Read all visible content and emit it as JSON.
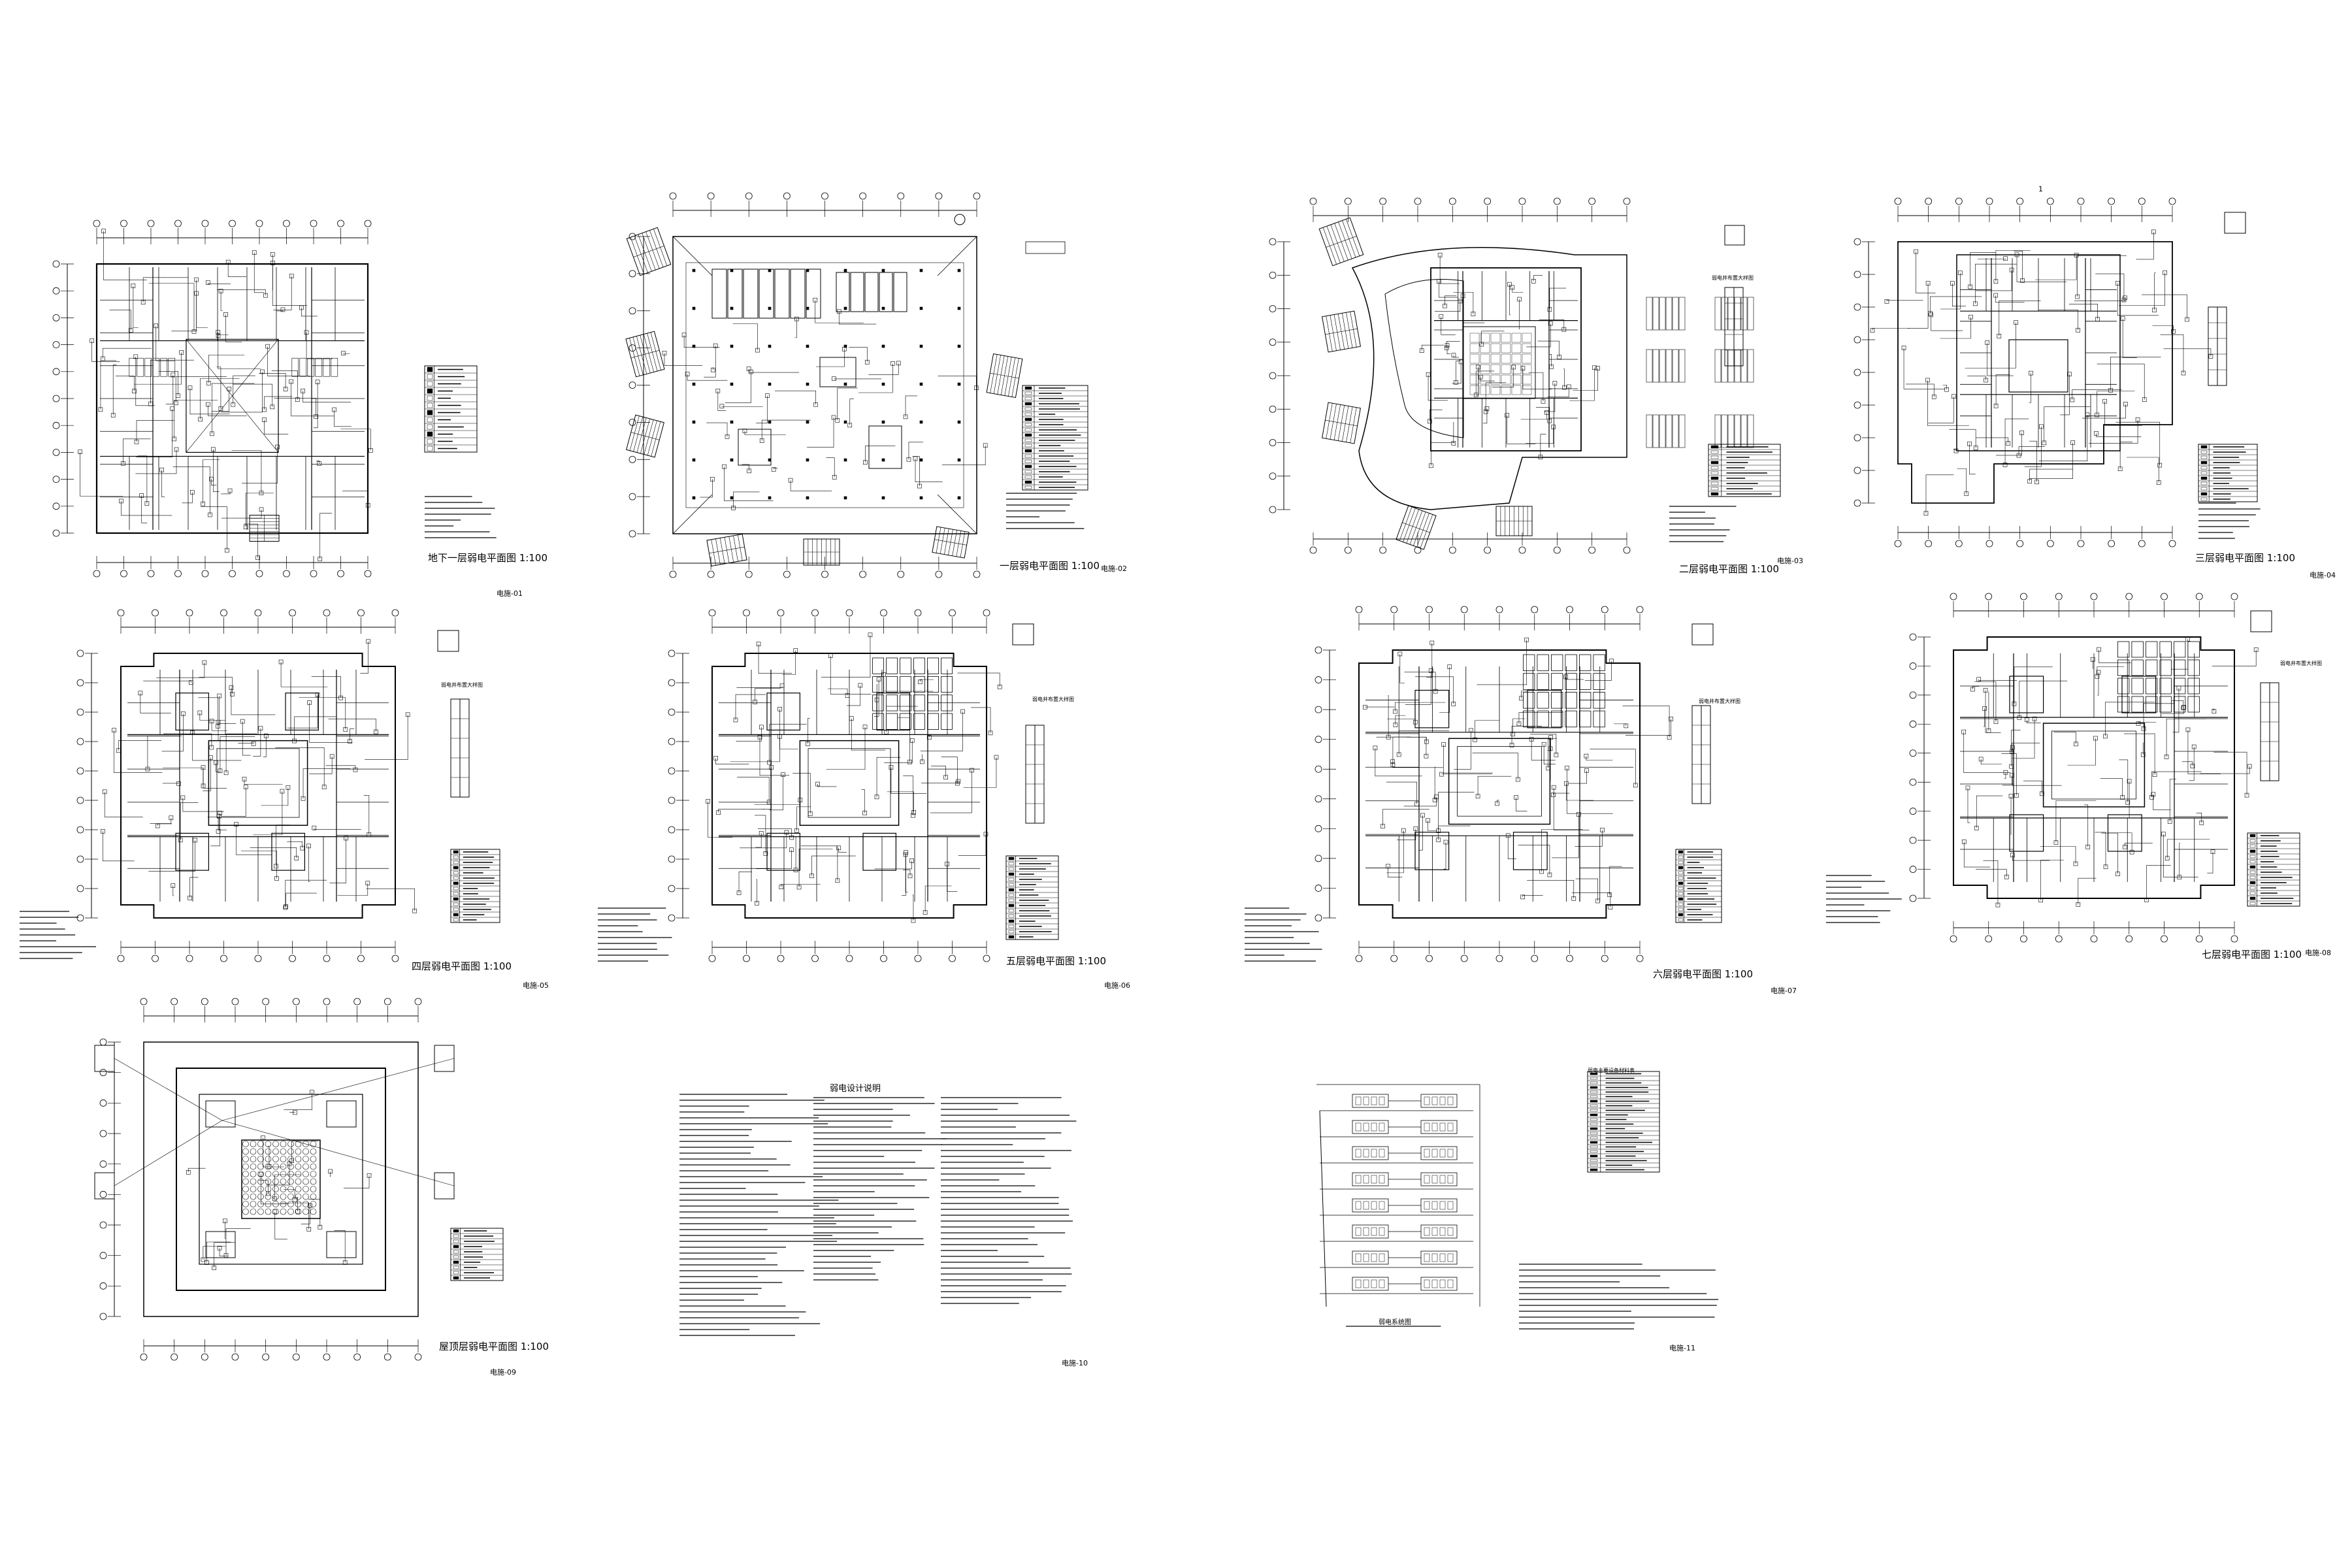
{
  "page_mark": "1",
  "sheets": [
    {
      "title": "地下一层弱电平面图 1:100",
      "number": "电施-01"
    },
    {
      "title": "一层弱电平面图 1:100",
      "number": "电施-02"
    },
    {
      "title": "二层弱电平面图 1:100",
      "number": "电施-03"
    },
    {
      "title": "三层弱电平面图 1:100",
      "number": "电施-04"
    },
    {
      "title": "四层弱电平面图 1:100",
      "number": "电施-05"
    },
    {
      "title": "五层弱电平面图 1:100",
      "number": "电施-06"
    },
    {
      "title": "六层弱电平面图 1:100",
      "number": "电施-07"
    },
    {
      "title": "七层弱电平面图 1:100",
      "number": "电施-08"
    },
    {
      "title": "屋顶层弱电平面图 1:100",
      "number": "电施-09"
    }
  ],
  "notes_sheet": {
    "title": "弱电设计说明",
    "number": "电施-10"
  },
  "system_sheet": {
    "title": "弱电系统图",
    "legend_title": "弱电主要设备材料表",
    "number": "电施-11"
  },
  "detail_labels": [
    "弱电井布置大样图"
  ]
}
